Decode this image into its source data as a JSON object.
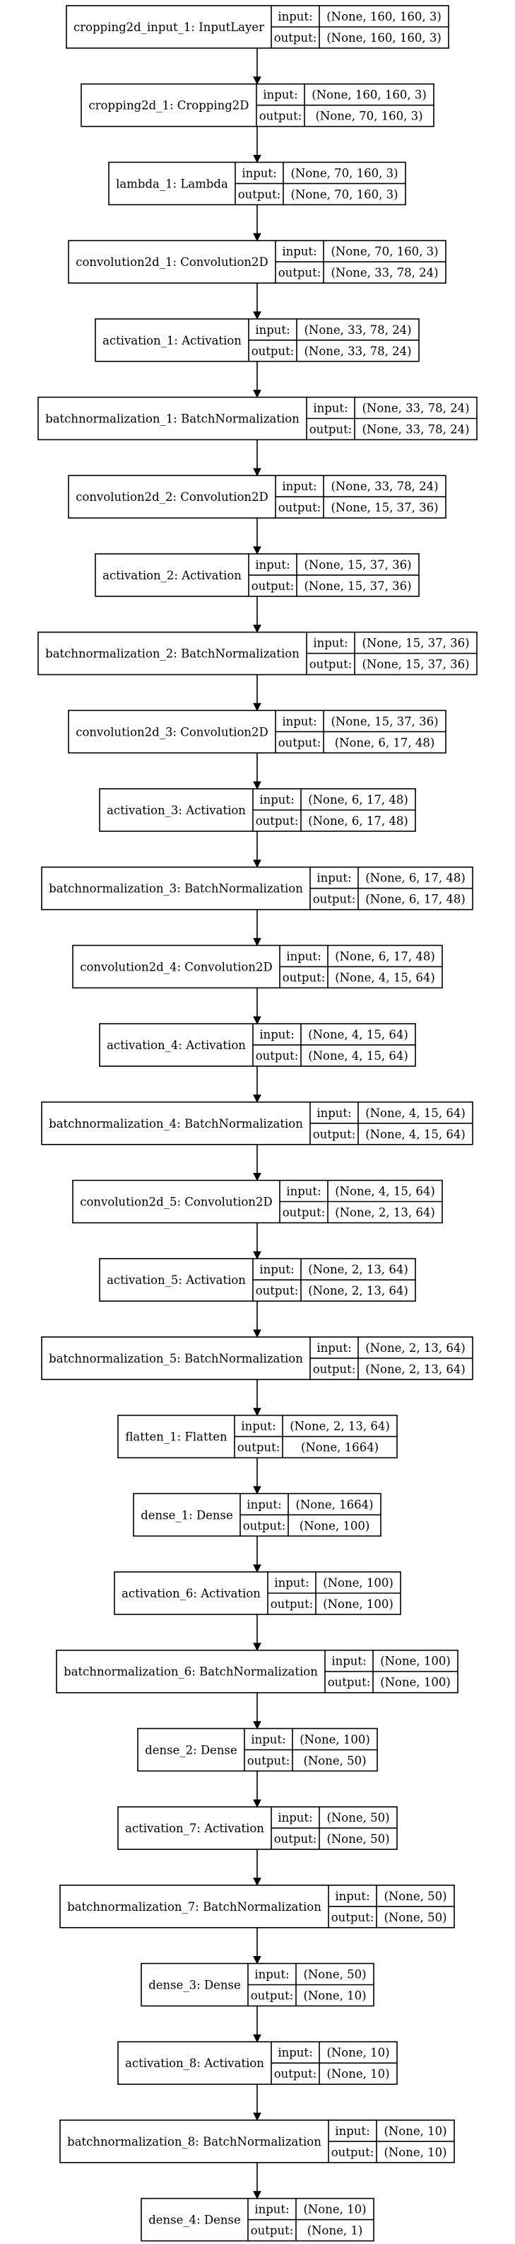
{
  "nodes": [
    {
      "name": "cropping2d_input_1: InputLayer",
      "input": "(None, 160, 160, 3)",
      "output": "(None, 160, 160, 3)"
    },
    {
      "name": "cropping2d_1: Cropping2D",
      "input": "(None, 160, 160, 3)",
      "output": "(None, 70, 160, 3)"
    },
    {
      "name": "lambda_1: Lambda",
      "input": "(None, 70, 160, 3)",
      "output": "(None, 70, 160, 3)"
    },
    {
      "name": "convolution2d_1: Convolution2D",
      "input": "(None, 70, 160, 3)",
      "output": "(None, 33, 78, 24)"
    },
    {
      "name": "activation_1: Activation",
      "input": "(None, 33, 78, 24)",
      "output": "(None, 33, 78, 24)"
    },
    {
      "name": "batchnormalization_1: BatchNormalization",
      "input": "(None, 33, 78, 24)",
      "output": "(None, 33, 78, 24)"
    },
    {
      "name": "convolution2d_2: Convolution2D",
      "input": "(None, 33, 78, 24)",
      "output": "(None, 15, 37, 36)"
    },
    {
      "name": "activation_2: Activation",
      "input": "(None, 15, 37, 36)",
      "output": "(None, 15, 37, 36)"
    },
    {
      "name": "batchnormalization_2: BatchNormalization",
      "input": "(None, 15, 37, 36)",
      "output": "(None, 15, 37, 36)"
    },
    {
      "name": "convolution2d_3: Convolution2D",
      "input": "(None, 15, 37, 36)",
      "output": "(None, 6, 17, 48)"
    },
    {
      "name": "activation_3: Activation",
      "input": "(None, 6, 17, 48)",
      "output": "(None, 6, 17, 48)"
    },
    {
      "name": "batchnormalization_3: BatchNormalization",
      "input": "(None, 6, 17, 48)",
      "output": "(None, 6, 17, 48)"
    },
    {
      "name": "convolution2d_4: Convolution2D",
      "input": "(None, 6, 17, 48)",
      "output": "(None, 4, 15, 64)"
    },
    {
      "name": "activation_4: Activation",
      "input": "(None, 4, 15, 64)",
      "output": "(None, 4, 15, 64)"
    },
    {
      "name": "batchnormalization_4: BatchNormalization",
      "input": "(None, 4, 15, 64)",
      "output": "(None, 4, 15, 64)"
    },
    {
      "name": "convolution2d_5: Convolution2D",
      "input": "(None, 4, 15, 64)",
      "output": "(None, 2, 13, 64)"
    },
    {
      "name": "activation_5: Activation",
      "input": "(None, 2, 13, 64)",
      "output": "(None, 2, 13, 64)"
    },
    {
      "name": "batchnormalization_5: BatchNormalization",
      "input": "(None, 2, 13, 64)",
      "output": "(None, 2, 13, 64)"
    },
    {
      "name": "flatten_1: Flatten",
      "input": "(None, 2, 13, 64)",
      "output": "(None, 1664)"
    },
    {
      "name": "dense_1: Dense",
      "input": "(None, 1664)",
      "output": "(None, 100)"
    },
    {
      "name": "activation_6: Activation",
      "input": "(None, 100)",
      "output": "(None, 100)"
    },
    {
      "name": "batchnormalization_6: BatchNormalization",
      "input": "(None, 100)",
      "output": "(None, 100)"
    },
    {
      "name": "dense_2: Dense",
      "input": "(None, 100)",
      "output": "(None, 50)"
    },
    {
      "name": "activation_7: Activation",
      "input": "(None, 50)",
      "output": "(None, 50)"
    },
    {
      "name": "batchnormalization_7: BatchNormalization",
      "input": "(None, 50)",
      "output": "(None, 50)"
    },
    {
      "name": "dense_3: Dense",
      "input": "(None, 50)",
      "output": "(None, 10)"
    },
    {
      "name": "activation_8: Activation",
      "input": "(None, 10)",
      "output": "(None, 10)"
    },
    {
      "name": "batchnormalization_8: BatchNormalization",
      "input": "(None, 10)",
      "output": "(None, 10)"
    },
    {
      "name": "dense_4: Dense",
      "input": "(None, 10)",
      "output": "(None, 1)"
    }
  ],
  "port_labels": {
    "input": "input:",
    "output": "output:"
  }
}
